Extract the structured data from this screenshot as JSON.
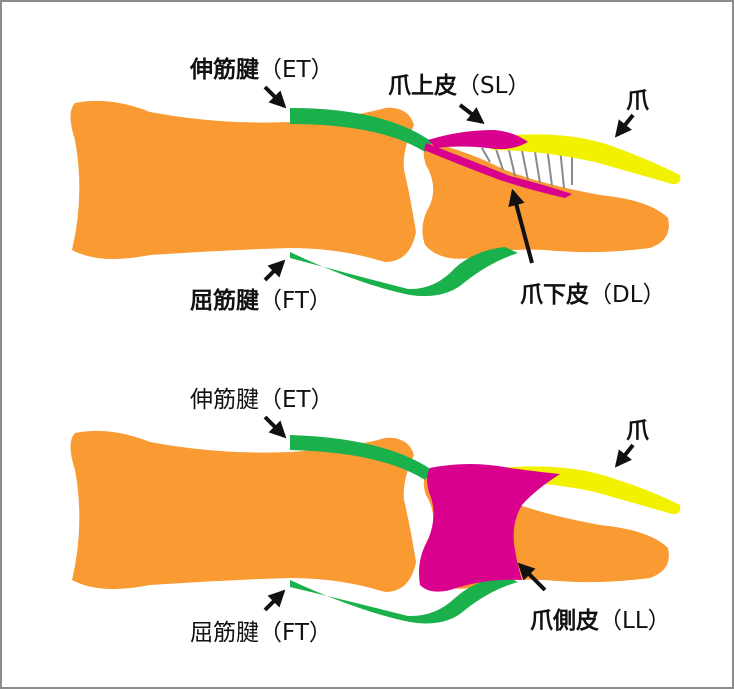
{
  "colors": {
    "bone": "#f99a33",
    "tendon": "#1ab14c",
    "nail": "#f2f200",
    "ligament": "#d9008e",
    "hatch": "#8a8a8a",
    "frame": "#8c8c8c"
  },
  "top": {
    "et_label": "伸筋腱",
    "et_abbr": "（ET）",
    "sl_label": "爪上皮",
    "sl_abbr": "（SL）",
    "nail_label": "爪",
    "ft_label": "屈筋腱",
    "ft_abbr": "（FT）",
    "dl_label": "爪下皮",
    "dl_abbr": "（DL）"
  },
  "bottom": {
    "et_label": "伸筋腱",
    "et_abbr": "（ET）",
    "nail_label": "爪",
    "ft_label": "屈筋腱",
    "ft_abbr": "（FT）",
    "ll_label": "爪側皮",
    "ll_abbr": "（LL）"
  }
}
